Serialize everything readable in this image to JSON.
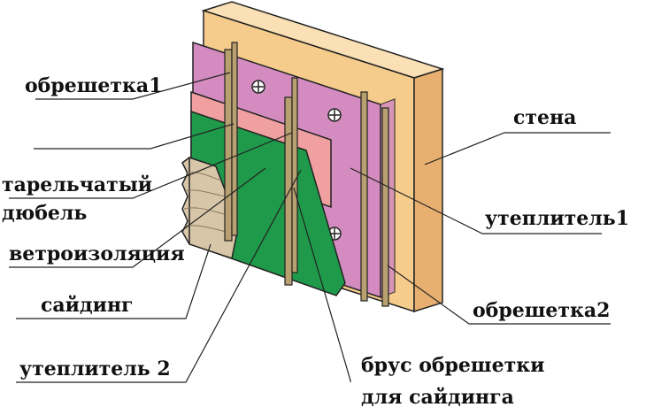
{
  "labels": {
    "obreshetka1": "обрешетка1",
    "stena": "стена",
    "tarel_line1": "тарельчатый",
    "tarel_line2": "дюбель",
    "uteplitel1": "утеплитель1",
    "vetroizolyatsiya": "ветроизоляция",
    "obreshetka2": "обрешетка2",
    "siding": "сайдинг",
    "uteplitel2": "утеплитель 2",
    "brus_line1": "брус обрешетки",
    "brus_line2": "для сайдинга"
  },
  "colors": {
    "wall": "#F6CC8C",
    "wall_top": "#FAE0B4",
    "wall_side": "#E8B070",
    "insulation1": "#D48CC0",
    "windproof": "#F0A0A0",
    "insulation2": "#1E9A4A",
    "siding": "#D8C6A8",
    "batten": "#B8A070",
    "outline": "#222222"
  }
}
